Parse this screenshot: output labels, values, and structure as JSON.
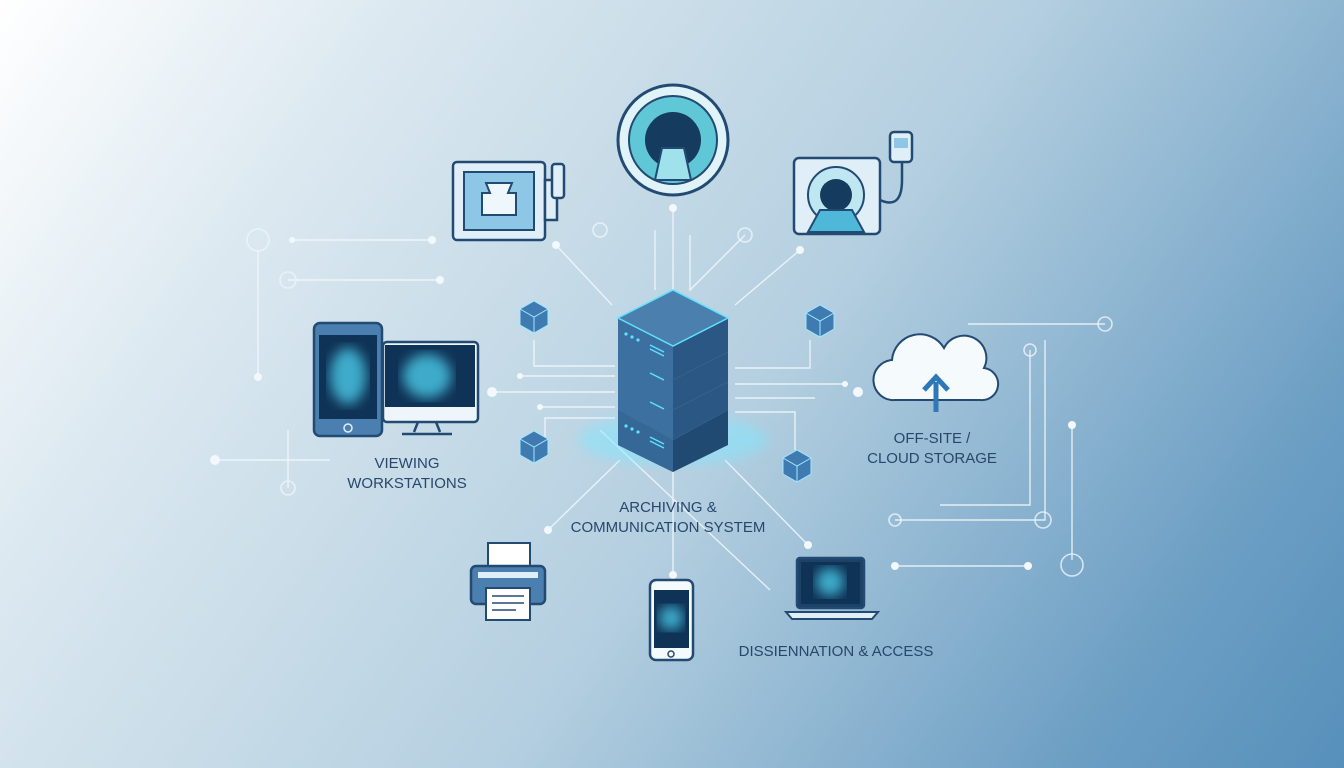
{
  "labels": {
    "viewing_line1": "VIEWING",
    "viewing_line2": "WORKSTATIONS",
    "archive_line1": "ARCHIVING &",
    "archive_line2": "COMMUNICATION SYSTEM",
    "cloud_line1": "OFF-SITE /",
    "cloud_line2": "CLOUD STORAGE",
    "dissemination": "DISSIENNATION & ACCESS"
  },
  "icons": [
    "server-stack-icon",
    "mri-scanner-icon",
    "xray-machine-icon",
    "ct-scanner-icon",
    "tablet-icon",
    "monitor-icon",
    "cloud-upload-icon",
    "printer-icon",
    "smartphone-icon",
    "laptop-icon",
    "data-cube-icon"
  ],
  "colors": {
    "accent": "#4fd3f2",
    "text": "#28476b",
    "device_outline": "#234a72",
    "server": "#2f5b86"
  }
}
